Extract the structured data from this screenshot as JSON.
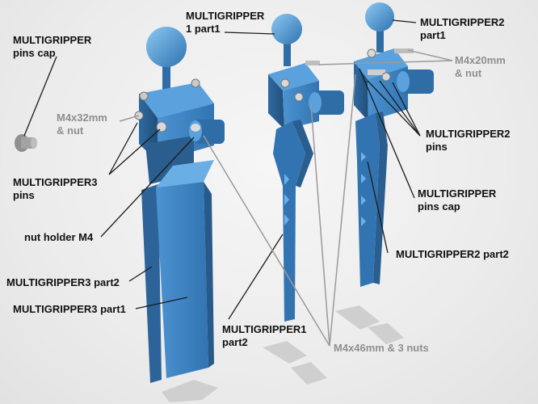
{
  "labels": {
    "mg_pins_cap_l1": "MULTIGRIPPER",
    "mg_pins_cap_l2": "pins cap",
    "mg1_part1_l1": "MULTIGRIPPER",
    "mg1_part1_l2": "1 part1",
    "mg2_part1_l1": "MULTIGRIPPER2",
    "mg2_part1_l2": "part1",
    "m4x20_l1": "M4x20mm",
    "m4x20_l2": "& nut",
    "m4x32_l1": "M4x32mm",
    "m4x32_l2": "& nut",
    "mg2_pins_l1": "MULTIGRIPPER2",
    "mg2_pins_l2": "pins",
    "mg3_pins_l1": "MULTIGRIPPER3",
    "mg3_pins_l2": "pins",
    "mg_pins_cap2_l1": "MULTIGRIPPER",
    "mg_pins_cap2_l2": "pins cap",
    "nut_holder": "nut holder M4",
    "mg2_part2": "MULTIGRIPPER2 part2",
    "mg3_part2": "MULTIGRIPPER3 part2",
    "mg3_part1": "MULTIGRIPPER3 part1",
    "mg1_part2_l1": "MULTIGRIPPER1",
    "mg1_part2_l2": "part2",
    "m4x46": "M4x46mm & 3 nuts"
  },
  "colors": {
    "part_blue": "#3f86c6",
    "part_dark": "#2a5e8f",
    "part_light": "#6fb0e6",
    "label_black": "#111111",
    "label_grey": "#8f8f8f",
    "leader_grey": "#9a9a9a"
  }
}
